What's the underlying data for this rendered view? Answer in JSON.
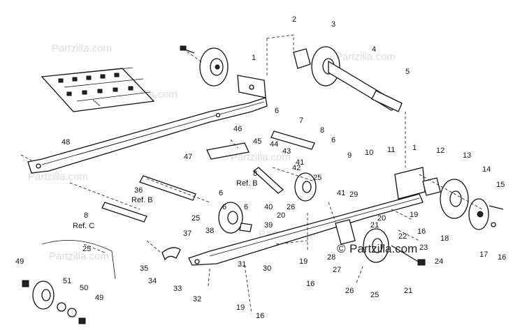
{
  "watermark": {
    "text": "Partzilla.com",
    "symbol": "©"
  },
  "callouts": [
    {
      "id": "c1",
      "text": "1"
    },
    {
      "id": "c2",
      "text": "2"
    },
    {
      "id": "c3",
      "text": "3"
    },
    {
      "id": "c4",
      "text": "4"
    },
    {
      "id": "c5",
      "text": "5"
    },
    {
      "id": "c6a",
      "text": "6"
    },
    {
      "id": "c7",
      "text": "7"
    },
    {
      "id": "c8a",
      "text": "8"
    },
    {
      "id": "c6b",
      "text": "6"
    },
    {
      "id": "c9",
      "text": "9"
    },
    {
      "id": "c10",
      "text": "10"
    },
    {
      "id": "c11",
      "text": "11"
    },
    {
      "id": "c1b",
      "text": "1"
    },
    {
      "id": "c12",
      "text": "12"
    },
    {
      "id": "c13",
      "text": "13"
    },
    {
      "id": "c14",
      "text": "14"
    },
    {
      "id": "c15",
      "text": "15"
    },
    {
      "id": "c16a",
      "text": "16"
    },
    {
      "id": "c17",
      "text": "17"
    },
    {
      "id": "c18",
      "text": "18"
    },
    {
      "id": "c16b",
      "text": "16"
    },
    {
      "id": "c19a",
      "text": "19"
    },
    {
      "id": "c20a",
      "text": "20"
    },
    {
      "id": "c46",
      "text": "46"
    },
    {
      "id": "c44",
      "text": "44"
    },
    {
      "id": "c45",
      "text": "45"
    },
    {
      "id": "c43",
      "text": "43"
    },
    {
      "id": "c47",
      "text": "47"
    },
    {
      "id": "c41a",
      "text": "41"
    },
    {
      "id": "c42",
      "text": "42"
    },
    {
      "id": "c25a",
      "text": "25"
    },
    {
      "id": "c8b",
      "text": "8"
    },
    {
      "id": "c41b",
      "text": "41"
    },
    {
      "id": "c29",
      "text": "29"
    },
    {
      "id": "c36",
      "text": "36"
    },
    {
      "id": "c36ref",
      "text": "Ref. B"
    },
    {
      "id": "c8bref",
      "text": "Ref. B"
    },
    {
      "id": "c6c",
      "text": "6"
    },
    {
      "id": "c40",
      "text": "40"
    },
    {
      "id": "c26a",
      "text": "26"
    },
    {
      "id": "c20b",
      "text": "20"
    },
    {
      "id": "c48",
      "text": "48"
    },
    {
      "id": "c8c",
      "text": "8"
    },
    {
      "id": "c8cref",
      "text": "Ref. C"
    },
    {
      "id": "c6d",
      "text": "6"
    },
    {
      "id": "c25b",
      "text": "25"
    },
    {
      "id": "c6e",
      "text": "6"
    },
    {
      "id": "c39",
      "text": "39"
    },
    {
      "id": "c37",
      "text": "37"
    },
    {
      "id": "c38",
      "text": "38"
    },
    {
      "id": "c25c",
      "text": "25"
    },
    {
      "id": "c35",
      "text": "35"
    },
    {
      "id": "c34",
      "text": "34"
    },
    {
      "id": "c33",
      "text": "33"
    },
    {
      "id": "c32",
      "text": "32"
    },
    {
      "id": "c31",
      "text": "31"
    },
    {
      "id": "c30",
      "text": "30"
    },
    {
      "id": "c19b",
      "text": "19"
    },
    {
      "id": "c16c",
      "text": "16"
    },
    {
      "id": "c19c",
      "text": "19"
    },
    {
      "id": "c16d",
      "text": "16"
    },
    {
      "id": "c28",
      "text": "28"
    },
    {
      "id": "c27",
      "text": "27"
    },
    {
      "id": "c21a",
      "text": "21"
    },
    {
      "id": "c22",
      "text": "22"
    },
    {
      "id": "c23",
      "text": "23"
    },
    {
      "id": "c24",
      "text": "24"
    },
    {
      "id": "c21b",
      "text": "21"
    },
    {
      "id": "c26b",
      "text": "26"
    },
    {
      "id": "c25d",
      "text": "25"
    },
    {
      "id": "c49a",
      "text": "49"
    },
    {
      "id": "c51",
      "text": "51"
    },
    {
      "id": "c50",
      "text": "50"
    },
    {
      "id": "c49b",
      "text": "49"
    }
  ]
}
